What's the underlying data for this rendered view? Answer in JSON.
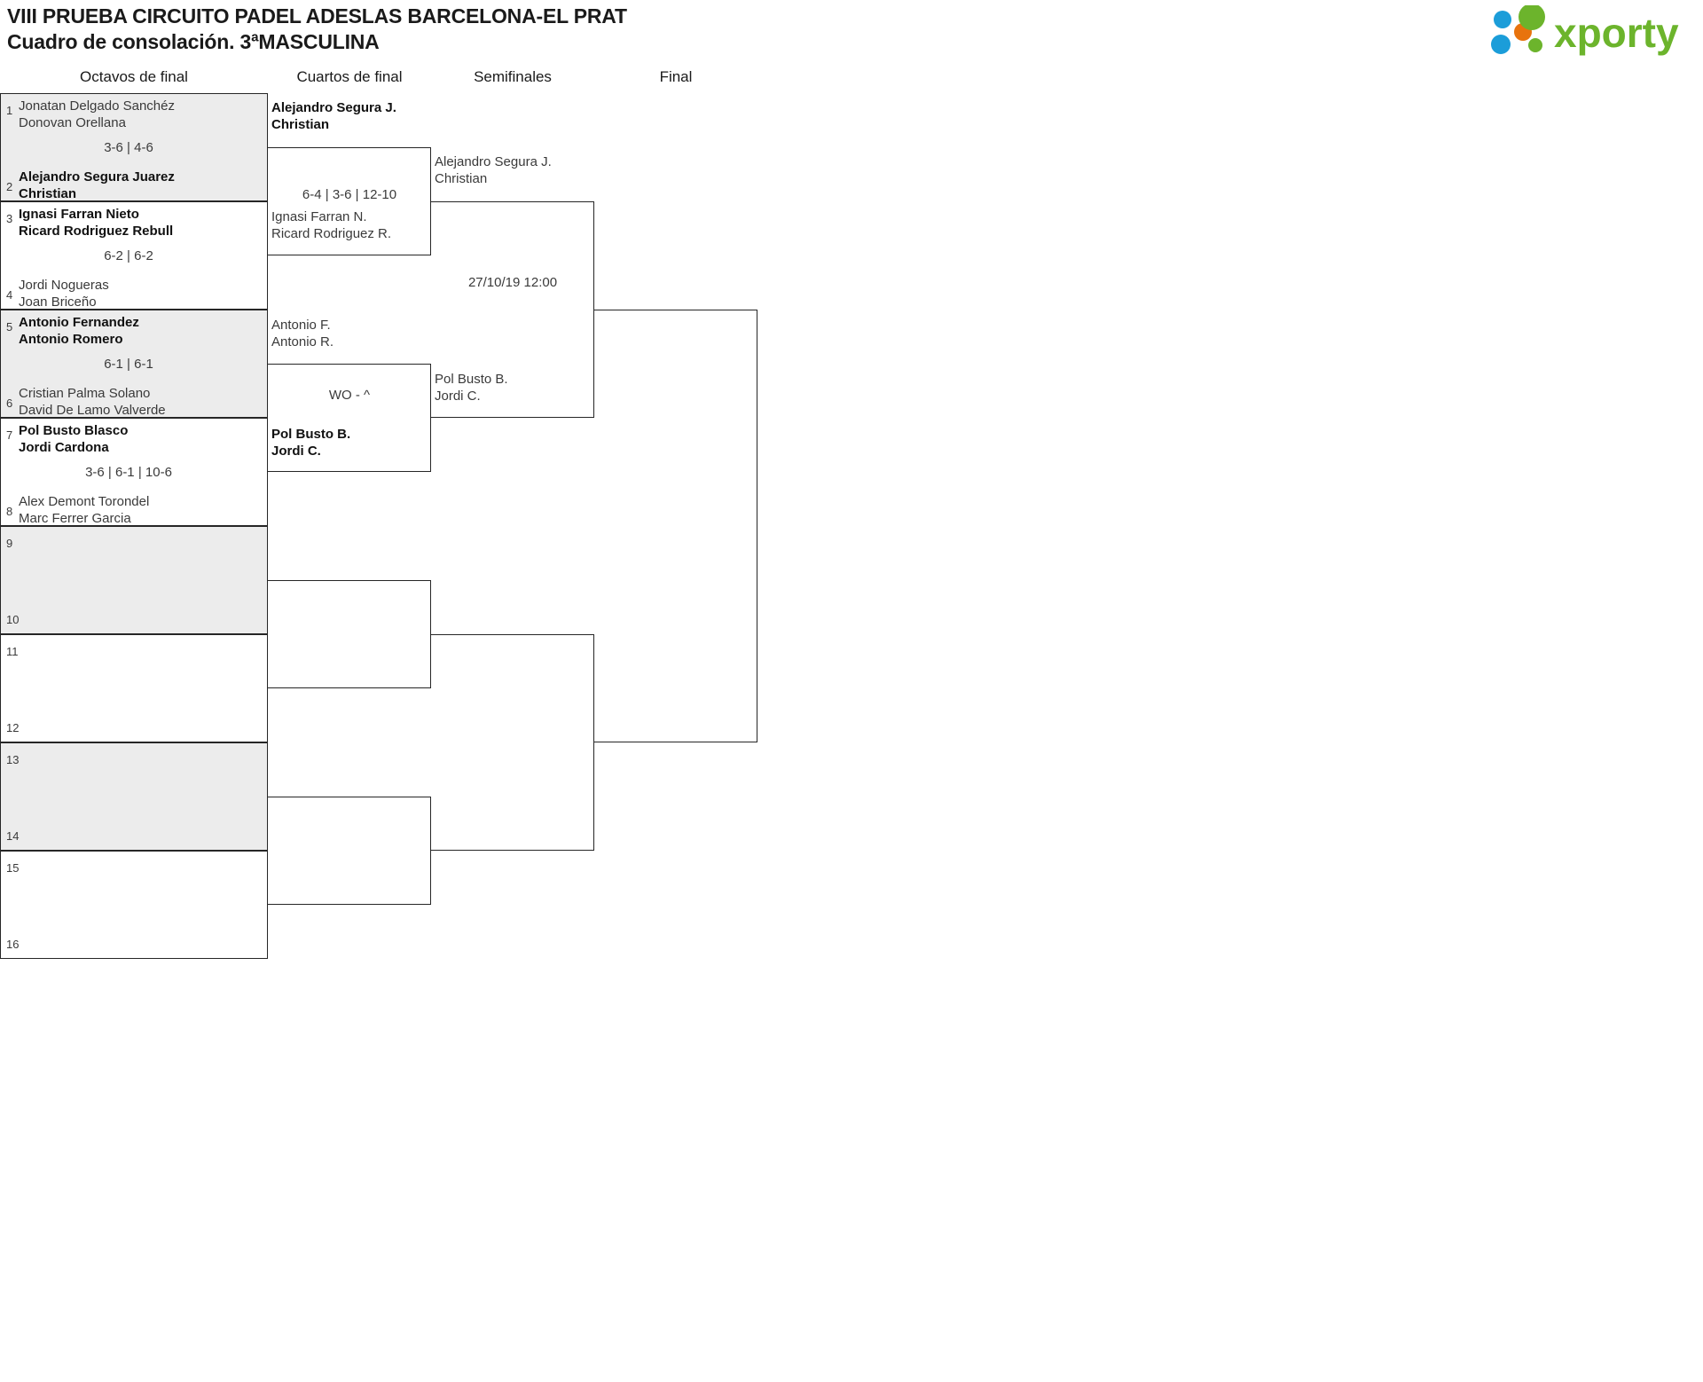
{
  "header": {
    "title_line1": "VIII PRUEBA CIRCUITO PADEL ADESLAS BARCELONA-EL PRAT",
    "title_line2": "Cuadro de consolación. 3ªMASCULINA",
    "logo_text": "xporty",
    "logo_colors": {
      "green": "#6cb42c",
      "blue": "#1b9dd9",
      "orange": "#e8730d"
    }
  },
  "rounds": [
    {
      "id": "octavos",
      "label": "Octavos de final"
    },
    {
      "id": "cuartos",
      "label": "Cuartos de final"
    },
    {
      "id": "semifinales",
      "label": "Semifinales"
    },
    {
      "id": "final",
      "label": "Final"
    }
  ],
  "round1": {
    "slots": [
      {
        "seed": "1",
        "line1": "Jonatan Delgado Sanchéz",
        "line2": "Donovan Orellana",
        "winner": false
      },
      {
        "seed": "2",
        "line1": "Alejandro Segura Juarez",
        "line2": "Christian",
        "winner": true
      },
      {
        "seed": "3",
        "line1": "Ignasi Farran Nieto",
        "line2": "Ricard Rodriguez Rebull",
        "winner": true
      },
      {
        "seed": "4",
        "line1": "Jordi Nogueras",
        "line2": "Joan Briceño",
        "winner": false
      },
      {
        "seed": "5",
        "line1": "Antonio Fernandez",
        "line2": "Antonio Romero",
        "winner": true
      },
      {
        "seed": "6",
        "line1": "Cristian Palma Solano",
        "line2": "David De Lamo Valverde",
        "winner": false
      },
      {
        "seed": "7",
        "line1": "Pol Busto Blasco",
        "line2": "Jordi Cardona",
        "winner": true
      },
      {
        "seed": "8",
        "line1": "Alex Demont Torondel",
        "line2": "Marc Ferrer Garcia",
        "winner": false
      },
      {
        "seed": "9",
        "line1": "",
        "line2": "",
        "winner": false
      },
      {
        "seed": "10",
        "line1": "",
        "line2": "",
        "winner": false
      },
      {
        "seed": "11",
        "line1": "",
        "line2": "",
        "winner": false
      },
      {
        "seed": "12",
        "line1": "",
        "line2": "",
        "winner": false
      },
      {
        "seed": "13",
        "line1": "",
        "line2": "",
        "winner": false
      },
      {
        "seed": "14",
        "line1": "",
        "line2": "",
        "winner": false
      },
      {
        "seed": "15",
        "line1": "",
        "line2": "",
        "winner": false
      },
      {
        "seed": "16",
        "line1": "",
        "line2": "",
        "winner": false
      }
    ],
    "scores": [
      "3-6 | 4-6",
      "6-2 | 6-2",
      "6-1 | 6-1",
      "3-6 | 6-1 | 10-6",
      "",
      "",
      "",
      ""
    ]
  },
  "round2": {
    "matches": [
      {
        "top": {
          "line1": "Alejandro Segura J.",
          "line2": "Christian",
          "winner": true
        },
        "bottom": {
          "line1": "Ignasi Farran N.",
          "line2": "Ricard Rodriguez R.",
          "winner": false
        },
        "score": "6-4 | 3-6 | 12-10"
      },
      {
        "top": {
          "line1": "Antonio F.",
          "line2": "Antonio R.",
          "winner": false
        },
        "bottom": {
          "line1": "Pol Busto B.",
          "line2": "Jordi C.",
          "winner": true
        },
        "score": "WO - ^"
      },
      {
        "top": {
          "line1": "",
          "line2": "",
          "winner": false
        },
        "bottom": {
          "line1": "",
          "line2": "",
          "winner": false
        },
        "score": ""
      },
      {
        "top": {
          "line1": "",
          "line2": "",
          "winner": false
        },
        "bottom": {
          "line1": "",
          "line2": "",
          "winner": false
        },
        "score": ""
      }
    ]
  },
  "round3": {
    "matches": [
      {
        "top": {
          "line1": "Alejandro Segura J.",
          "line2": "Christian",
          "winner": false
        },
        "bottom": {
          "line1": "Pol Busto B.",
          "line2": "Jordi C.",
          "winner": false
        },
        "score": "27/10/19 12:00"
      },
      {
        "top": {
          "line1": "",
          "line2": "",
          "winner": false
        },
        "bottom": {
          "line1": "",
          "line2": "",
          "winner": false
        },
        "score": ""
      }
    ]
  },
  "round4": {
    "matches": [
      {
        "top": {
          "line1": "",
          "line2": "",
          "winner": false
        },
        "bottom": {
          "line1": "",
          "line2": "",
          "winner": false
        },
        "score": ""
      }
    ]
  }
}
